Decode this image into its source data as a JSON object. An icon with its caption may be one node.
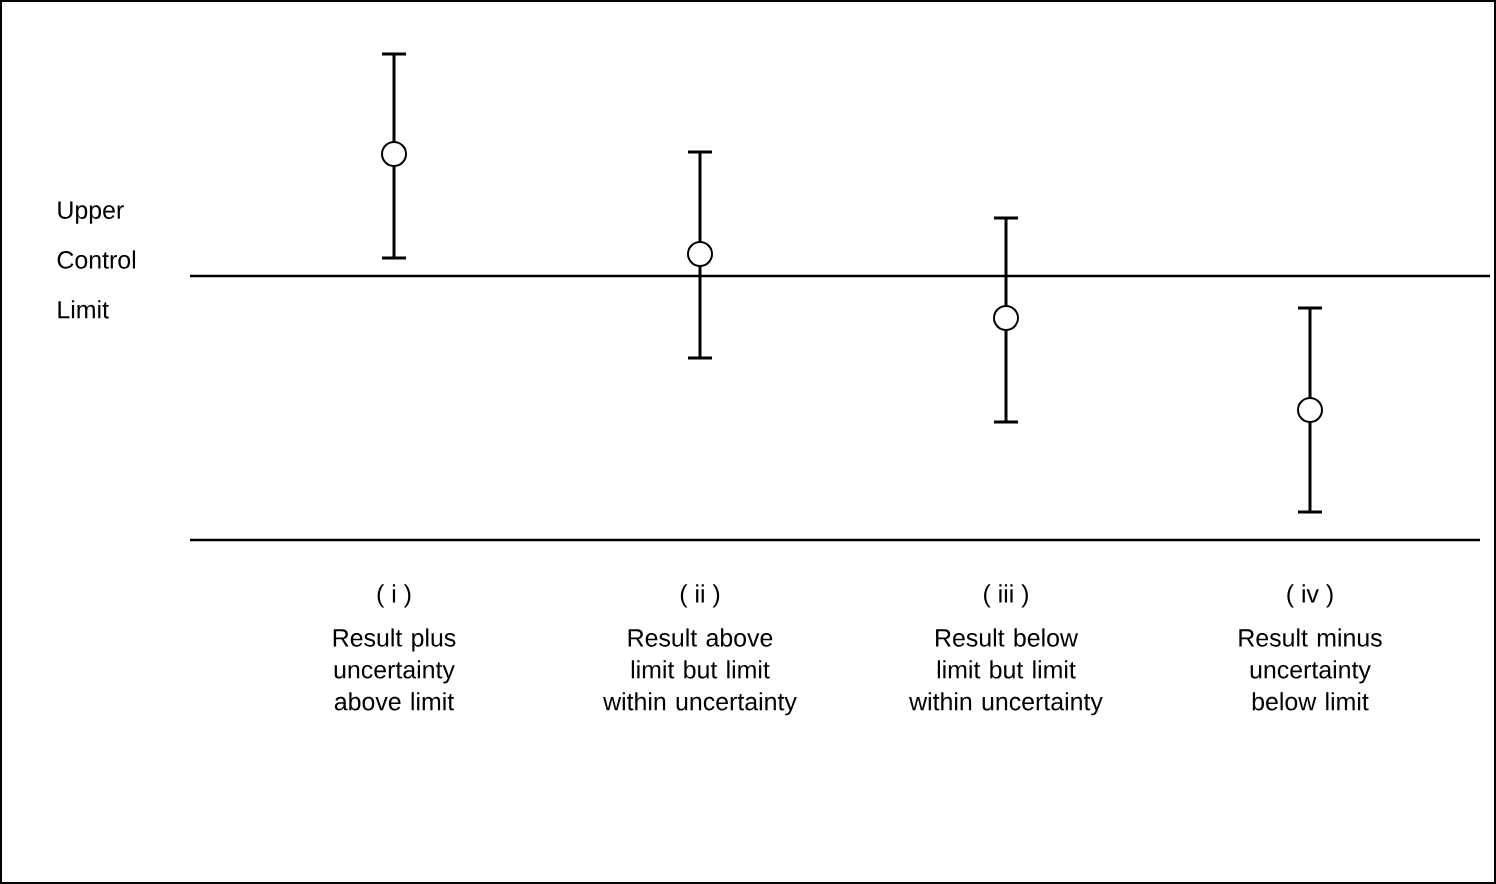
{
  "diagram": {
    "labels": [
      "Upper Control Limit",
      "( i )",
      "Result plus uncertainty above limit",
      "( ii )",
      "Result above limit but limit within uncertainty",
      "( iii )",
      "Result below limit but limit within uncertainty",
      "( iv )",
      "Result minus uncertainty below limit"
    ]
  }
}
